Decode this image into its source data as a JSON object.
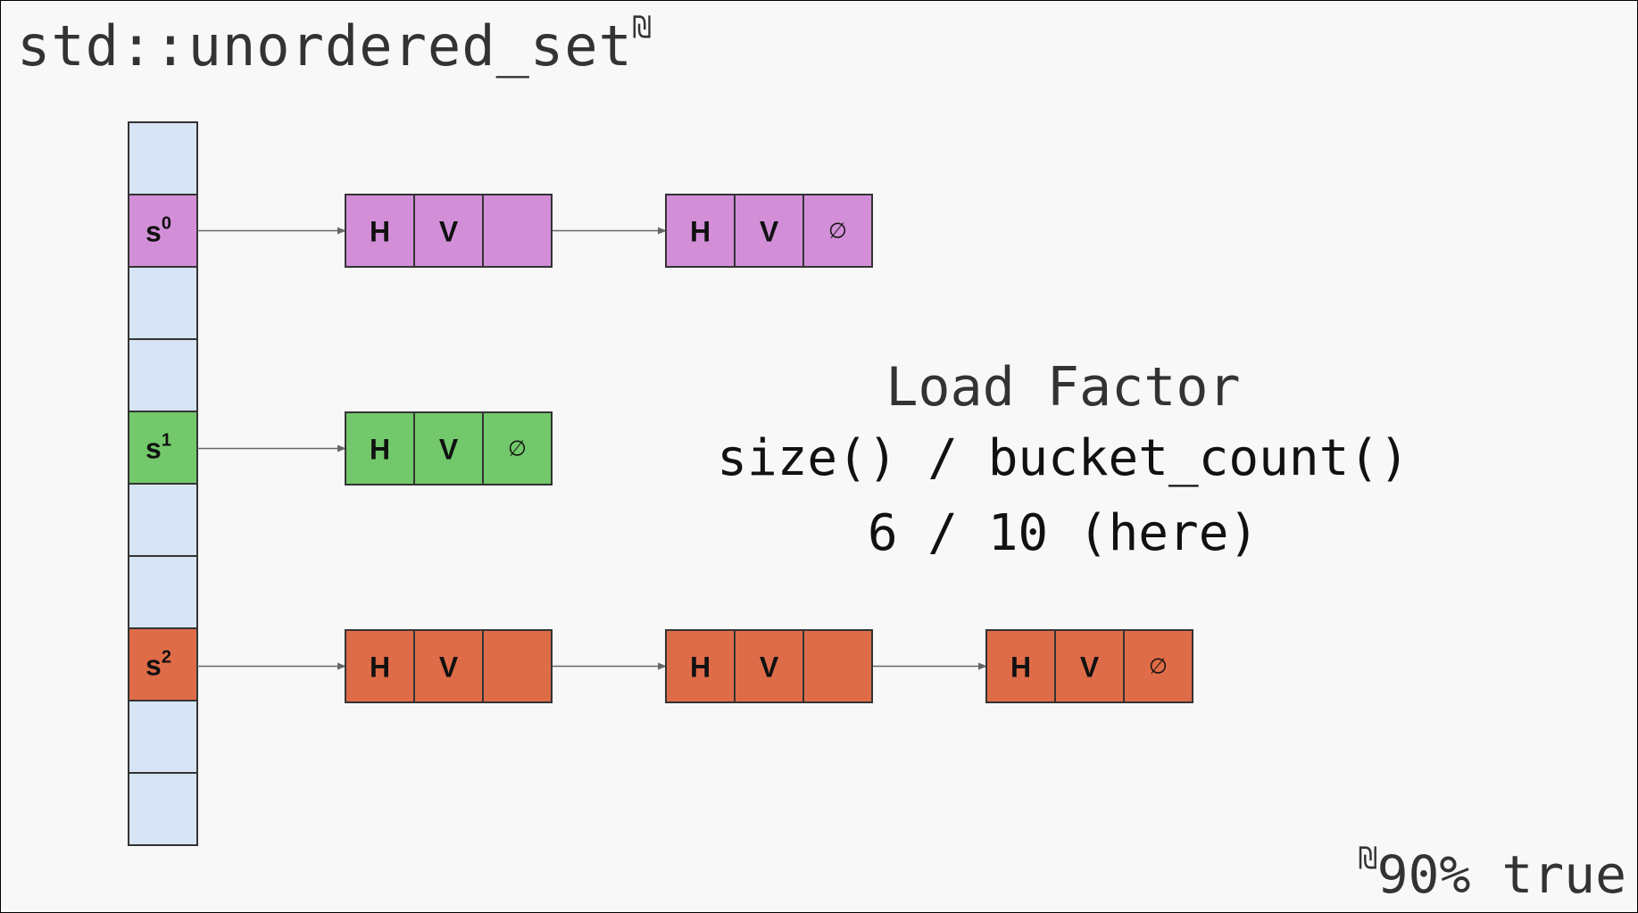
{
  "title": {
    "text": "std::unordered_set",
    "mark": "₪"
  },
  "colors": {
    "empty_bucket": "#d6e4f5",
    "chain_0": "#d28fd8",
    "chain_1": "#72c86a",
    "chain_2": "#df6c48",
    "stroke": "#333333",
    "arrow": "#666666"
  },
  "buckets": [
    {
      "label": "",
      "sup": "",
      "chain": null
    },
    {
      "label": "s",
      "sup": "0",
      "chain": 0
    },
    {
      "label": "",
      "sup": "",
      "chain": null
    },
    {
      "label": "",
      "sup": "",
      "chain": null
    },
    {
      "label": "s",
      "sup": "1",
      "chain": 1
    },
    {
      "label": "",
      "sup": "",
      "chain": null
    },
    {
      "label": "",
      "sup": "",
      "chain": null
    },
    {
      "label": "s",
      "sup": "2",
      "chain": 2
    },
    {
      "label": "",
      "sup": "",
      "chain": null
    },
    {
      "label": "",
      "sup": "",
      "chain": null
    }
  ],
  "chains": [
    {
      "bucket": 1,
      "color_key": "chain_0",
      "nodes": [
        {
          "hash": "H",
          "value": "V",
          "next": ""
        },
        {
          "hash": "H",
          "value": "V",
          "next": "∅"
        }
      ]
    },
    {
      "bucket": 4,
      "color_key": "chain_1",
      "nodes": [
        {
          "hash": "H",
          "value": "V",
          "next": "∅"
        }
      ]
    },
    {
      "bucket": 7,
      "color_key": "chain_2",
      "nodes": [
        {
          "hash": "H",
          "value": "V",
          "next": ""
        },
        {
          "hash": "H",
          "value": "V",
          "next": ""
        },
        {
          "hash": "H",
          "value": "V",
          "next": "∅"
        }
      ]
    }
  ],
  "load_factor": {
    "label": "Load Factor",
    "formula": "size() / bucket_count()",
    "example": "6 / 10 (here)"
  },
  "footnote": {
    "mark": "₪",
    "text": "90% true"
  }
}
